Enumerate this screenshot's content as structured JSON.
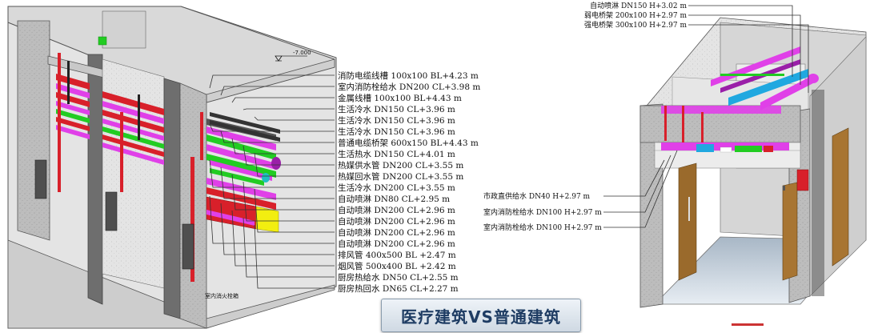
{
  "banner_title": "医疗建筑VS普通建筑",
  "left_diagram": {
    "level_mark": "-7.000",
    "callouts": [
      "消防电缆线槽 100x100 BL+4.23 m",
      "室内消防栓给水 DN200 CL+3.98 m",
      "金属线槽 100x100 BL+4.43 m",
      "生活冷水 DN150 CL+3.96 m",
      "生活冷水 DN150 CL+3.96 m",
      "生活冷水 DN150 CL+3.96 m",
      "普通电缆桥架 600x150 BL+4.43 m",
      "生活热水 DN150 CL+4.01 m",
      "热媒供水管 DN200 CL+3.55 m",
      "热媒回水管 DN200 CL+3.55 m",
      "生活冷水 DN200 CL+3.55 m",
      "自动喷淋 DN80 CL+2.95 m",
      "自动喷淋 DN200 CL+2.96 m",
      "自动喷淋 DN200 CL+2.96 m",
      "自动喷淋 DN200 CL+2.96 m",
      "自动喷淋 DN200 CL+2.96 m",
      "排风管 400x500 BL +2.47 m",
      "烟风管 500x400 BL +2.42 m",
      "厨房热给水 DN50 CL+2.55 m",
      "厨房热回水 DN65 CL+2.27 m"
    ],
    "hydrant_label": "室内消火栓箱"
  },
  "right_diagram": {
    "top_callouts": [
      "自动喷淋 DN150 H+3.02 m",
      "弱电桥架 200x100 H+2.97 m",
      "强电桥架 300x100 H+2.97 m"
    ],
    "left_callouts": [
      "市政直供给水 DN40 H+2.97 m",
      "室内消防栓给水 DN100 H+2.97 m",
      "室内消防栓给水 DN100 H+2.97 m"
    ]
  },
  "colors": {
    "concrete": "#b9b9b9",
    "red_pipe": "#d8202a",
    "magenta_pipe": "#e040e8",
    "green_pipe": "#22cc22",
    "cyan_pipe": "#20a8e0",
    "yellow_duct": "#f2ee10",
    "wood_door": "#9a6a2c",
    "banner_text": "#1e3c63"
  }
}
